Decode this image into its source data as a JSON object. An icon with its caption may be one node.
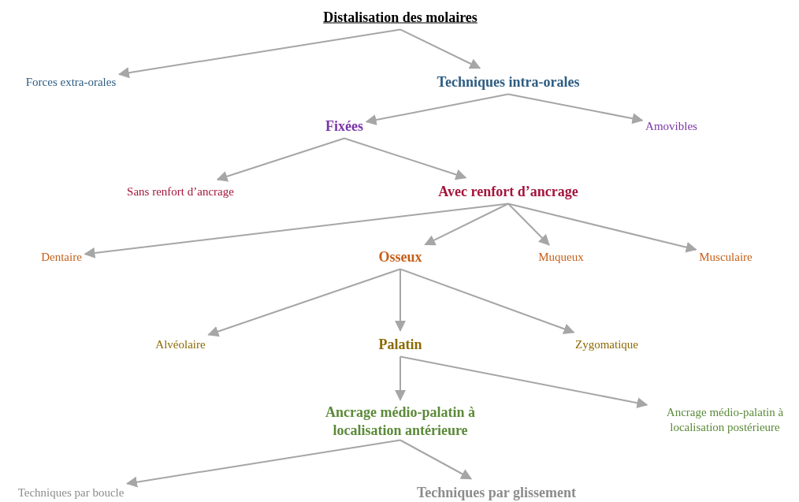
{
  "diagram": {
    "nodes": [
      {
        "text": [
          "Distalisation des molaires"
        ]
      },
      {
        "text": [
          "Forces extra-orales"
        ]
      },
      {
        "text": [
          "Techniques intra-orales"
        ]
      },
      {
        "text": [
          "Fixées"
        ]
      },
      {
        "text": [
          "Amovibles"
        ]
      },
      {
        "text": [
          "Sans renfort d’ancrage"
        ]
      },
      {
        "text": [
          "Avec renfort d’ancrage"
        ]
      },
      {
        "text": [
          "Dentaire"
        ]
      },
      {
        "text": [
          "Osseux"
        ]
      },
      {
        "text": [
          "Muqueux"
        ]
      },
      {
        "text": [
          "Musculaire"
        ]
      },
      {
        "text": [
          "Alvéolaire"
        ]
      },
      {
        "text": [
          "Palatin"
        ]
      },
      {
        "text": [
          "Zygomatique"
        ]
      },
      {
        "text": [
          "Ancrage médio-palatin à localisation antérieure"
        ]
      },
      {
        "text": [
          "Ancrage médio-palatin à localisation postérieure"
        ]
      },
      {
        "text": [
          "Techniques par boucle"
        ]
      },
      {
        "text": [
          "Techniques par glissement"
        ]
      }
    ],
    "edges": [
      {
        "from": 0,
        "to": 1,
        "arrow": "to"
      },
      {
        "from": 0,
        "to": 2,
        "arrow": "to"
      },
      {
        "from": 2,
        "to": 3,
        "arrow": "to"
      },
      {
        "from": 2,
        "to": 4,
        "arrow": "to"
      },
      {
        "from": 3,
        "to": 5,
        "arrow": "to"
      },
      {
        "from": 3,
        "to": 6,
        "arrow": "to"
      },
      {
        "from": 6,
        "to": 7,
        "arrow": "to"
      },
      {
        "from": 6,
        "to": 8,
        "arrow": "to"
      },
      {
        "from": 6,
        "to": 9,
        "arrow": "to"
      },
      {
        "from": 6,
        "to": 10,
        "arrow": "to"
      },
      {
        "from": 8,
        "to": 11,
        "arrow": "to"
      },
      {
        "from": 8,
        "to": 12,
        "arrow": "to"
      },
      {
        "from": 8,
        "to": 13,
        "arrow": "to"
      },
      {
        "from": 12,
        "to": 14,
        "arrow": "to"
      },
      {
        "from": 12,
        "to": 15,
        "arrow": "to"
      },
      {
        "from": 14,
        "to": 16,
        "arrow": "to"
      },
      {
        "from": 14,
        "to": 17,
        "arrow": "to"
      }
    ]
  }
}
